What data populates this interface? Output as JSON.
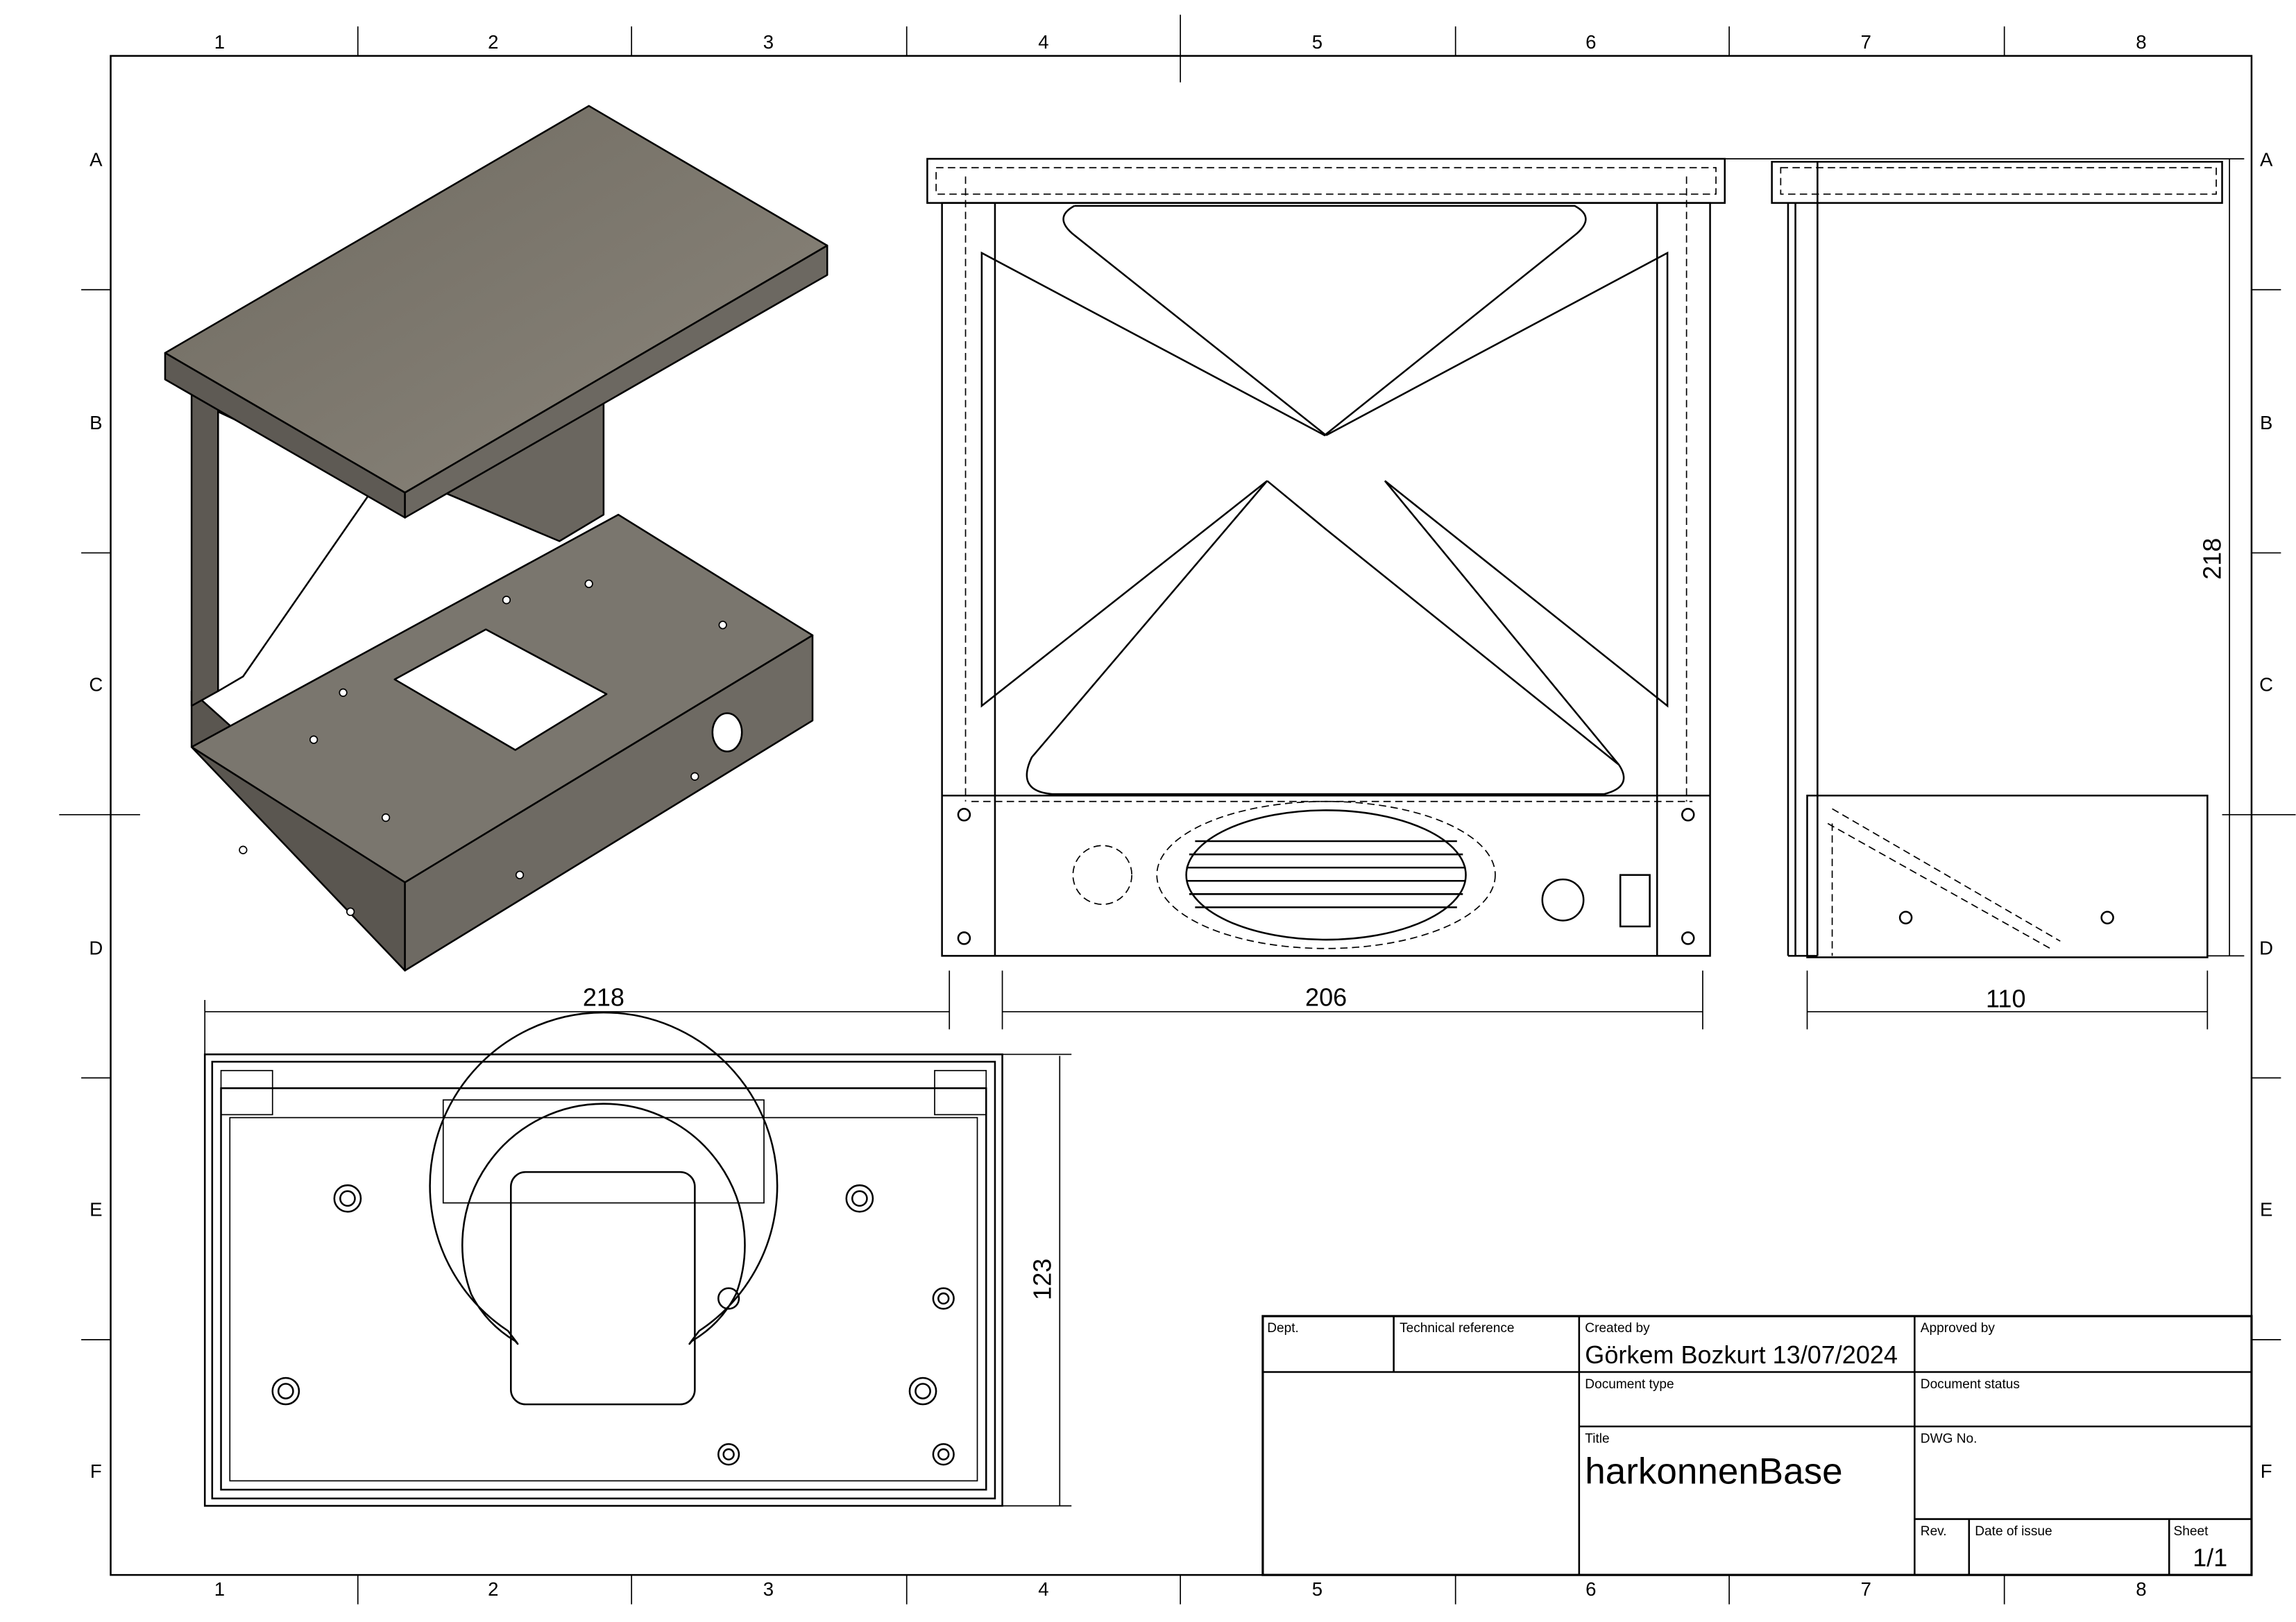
{
  "frame": {
    "columns": [
      "1",
      "2",
      "3",
      "4",
      "5",
      "6",
      "7",
      "8"
    ],
    "rows": [
      "A",
      "B",
      "C",
      "D",
      "E",
      "F"
    ]
  },
  "dimensions": {
    "front_total_width": "218",
    "front_inner_width": "206",
    "side_depth": "110",
    "side_height": "218",
    "top_depth": "123"
  },
  "title_block": {
    "dept_label": "Dept.",
    "tech_ref_label": "Technical reference",
    "created_by_label": "Created by",
    "created_by_value": "Görkem Bozkurt 13/07/2024",
    "approved_by_label": "Approved by",
    "doc_type_label": "Document type",
    "doc_status_label": "Document status",
    "title_label": "Title",
    "title_value": "harkonnenBase",
    "dwg_no_label": "DWG No.",
    "rev_label": "Rev.",
    "date_of_issue_label": "Date of issue",
    "sheet_label": "Sheet",
    "sheet_value": "1/1"
  },
  "colors": {
    "iso_top": "#7c776d",
    "iso_side": "#6e6a63",
    "iso_front": "#5f5b55"
  }
}
